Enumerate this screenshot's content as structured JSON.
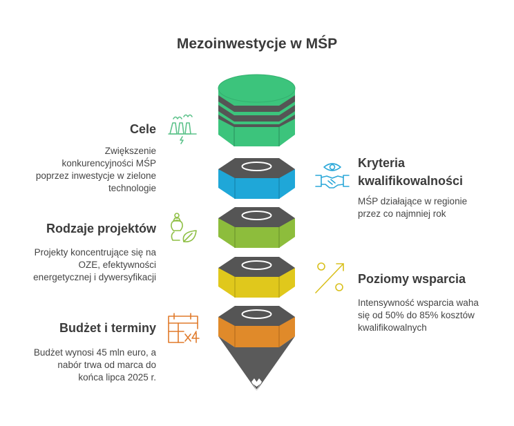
{
  "title": "Mezoinwestycje w MŚP",
  "colors": {
    "green": "#3cc47c",
    "blue": "#1fa7d8",
    "lime": "#8dbd3c",
    "yellow": "#e0c81c",
    "orange": "#e08a2a",
    "dark": "#5a5a5a",
    "icon_green": "#5cc28a",
    "icon_blue": "#2aa7d8",
    "icon_lime": "#8fbf45",
    "icon_yellow": "#d9c01d",
    "icon_orange": "#e07a2a"
  },
  "sections": {
    "cele": {
      "heading": "Cele",
      "line1": "Zwiększenie",
      "line2": "konkurencyjności MŚP",
      "line3": "poprzez inwestycje w zielone",
      "line4": "technologie",
      "icon": "factory-energy-icon"
    },
    "kryteria": {
      "heading1": "Kryteria",
      "heading2": "kwalifikowalności",
      "line1": "MŚP działające w regionie",
      "line2": "przez co najmniej rok",
      "icon": "handshake-eye-icon"
    },
    "rodzaje": {
      "heading": "Rodzaje projektów",
      "line1": "Projekty koncentrujące się na",
      "line2": "OZE, efektywności",
      "line3": "energetycznej i dywersyfikacji",
      "icon": "lightbulb-leaf-icon"
    },
    "poziomy": {
      "heading": "Poziomy wsparcia",
      "line1": "Intensywność wsparcia waha",
      "line2": "się od 50% do 85% kosztów",
      "line3": "kwalifikowalnych",
      "icon": "percent-icon"
    },
    "budzet": {
      "heading": "Budżet i terminy",
      "line1": "Budżet wynosi 45 mln euro, a",
      "line2": "nabór trwa od marca do",
      "line3": "końca lipca 2025 r.",
      "icon": "calendar-icon"
    }
  }
}
